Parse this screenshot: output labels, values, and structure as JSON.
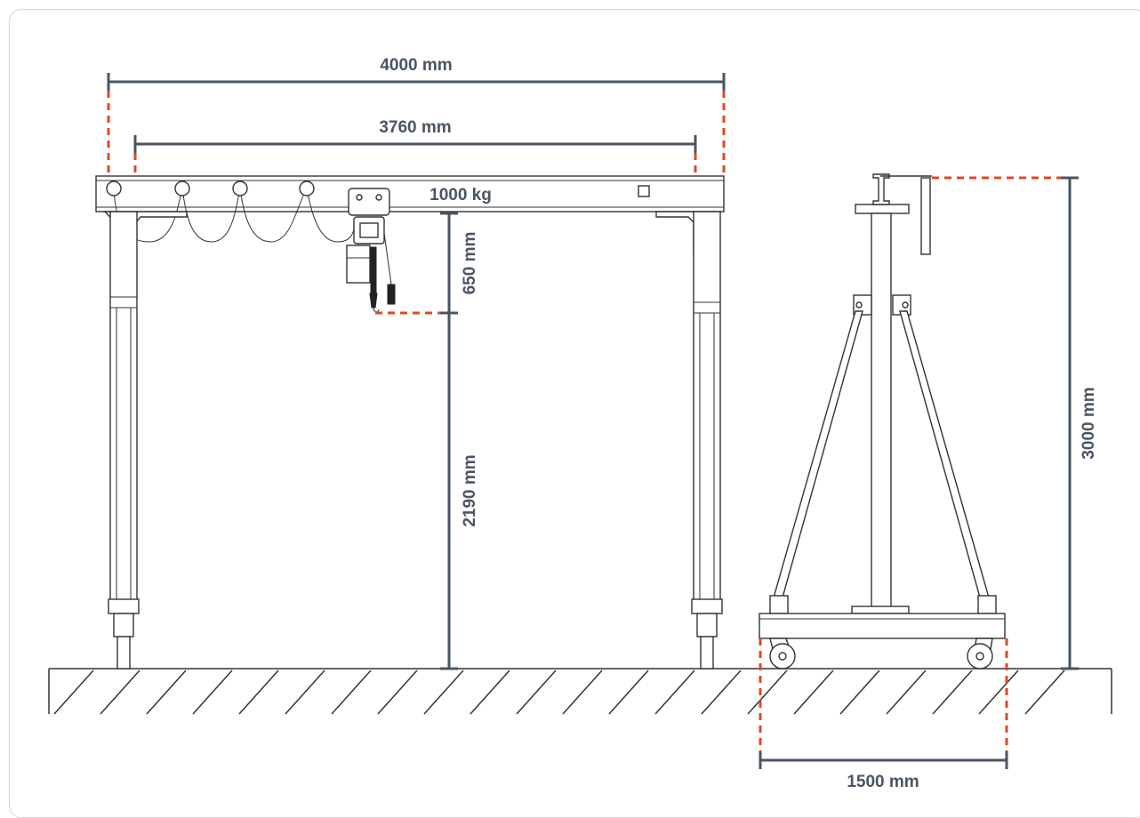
{
  "dimensions": {
    "overall_width": "4000 mm",
    "beam_span": "3760 mm",
    "capacity": "1000 kg",
    "hoist_headroom": "650 mm",
    "hook_height": "2190 mm",
    "total_height": "3000 mm",
    "base_width": "1500 mm"
  },
  "colors": {
    "dimension": "#4a5563",
    "reference": "#e0491f",
    "drawing": "#333333"
  }
}
